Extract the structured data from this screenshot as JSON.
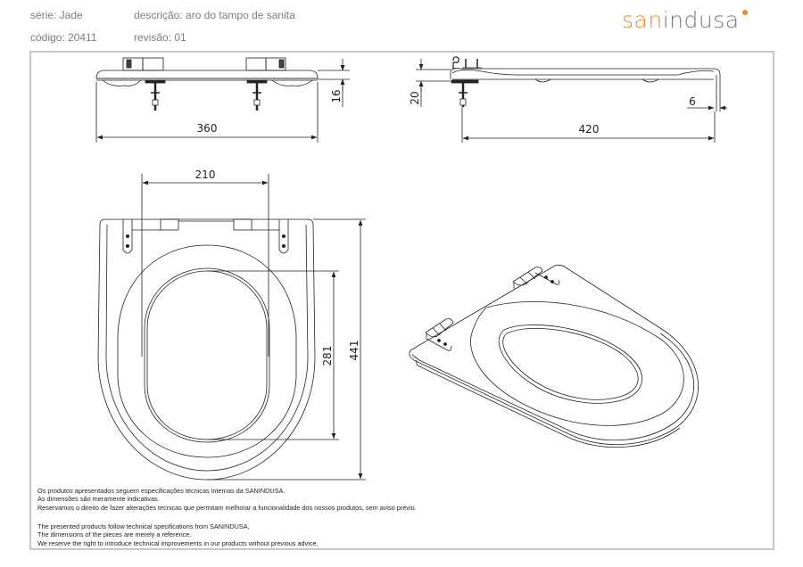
{
  "header": {
    "serie": "série: Jade",
    "descricao": "descrição: aro do tampo de sanita",
    "codigo": "código: 20411",
    "revisao": "revisão: 01"
  },
  "logo": {
    "part1": "san",
    "part2": "indusa",
    "accent_color": "#f0882a",
    "text_color": "#7a7a7a"
  },
  "drawing": {
    "front_view": {
      "width_label": "360",
      "height_label": "16"
    },
    "side_view": {
      "height_label": "20",
      "length_label": "420",
      "offset_label": "6"
    },
    "top_view": {
      "hinge_spacing_label": "210",
      "opening_length_label": "281",
      "overall_length_label": "441"
    },
    "isometric_view": {
      "label": ""
    }
  },
  "notes": {
    "pt": [
      "Os produtos apresentados seguem especificações técnicas internas da SANINDUSA.",
      "As dimensões são meramente indicativas.",
      "Reservamos o direito de fazer alterações técnicas que permitam melhorar a funcionalidade dos nossos produtos, sem aviso prévio."
    ],
    "en": [
      "The presented products follow technical specifications from SANINDUSA.",
      "The dimensions of the pieces are merely a reference.",
      "We reserve the right to introduce technical improvements in our products without previous advice."
    ]
  }
}
